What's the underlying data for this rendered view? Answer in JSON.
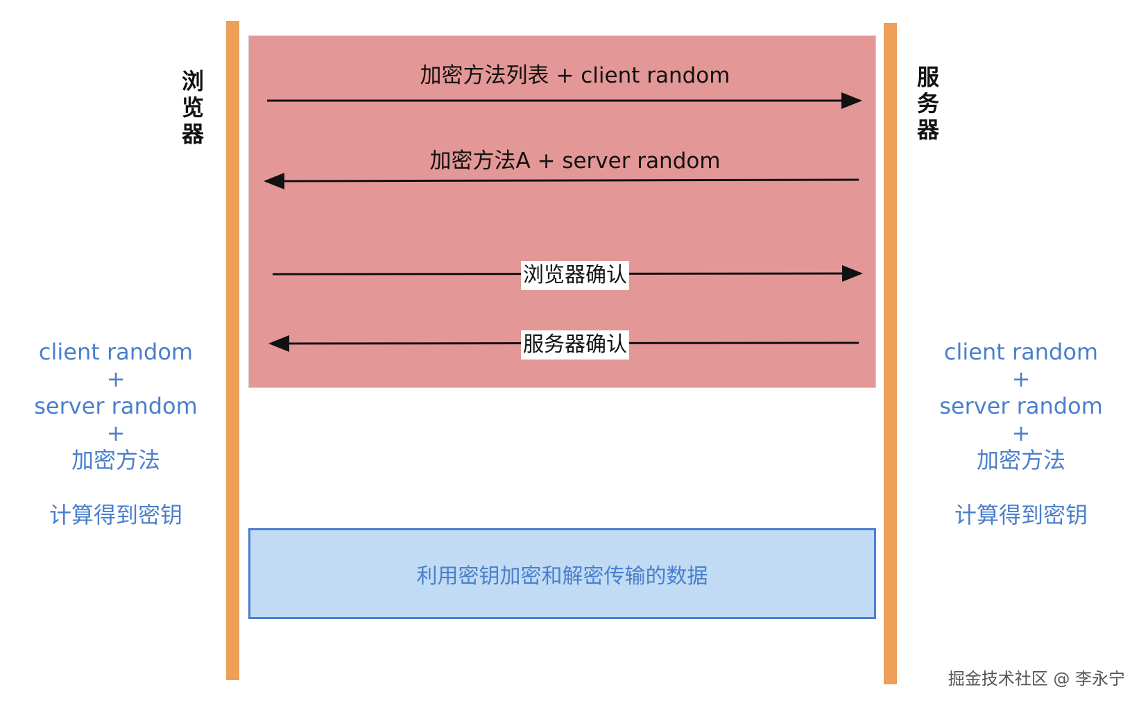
{
  "actors": {
    "browser": "浏览器",
    "server": "服务器"
  },
  "messages": [
    {
      "label": "加密方法列表 + client random",
      "direction": "to-server"
    },
    {
      "label": "加密方法A + server random",
      "direction": "to-browser"
    },
    {
      "label": "浏览器确认",
      "direction": "to-server"
    },
    {
      "label": "服务器确认",
      "direction": "to-browser"
    }
  ],
  "key_calc": {
    "line1": "client random",
    "plus1": "+",
    "line2": "server random",
    "plus2": "+",
    "line3": "加密方法",
    "result": "计算得到密钥"
  },
  "data_box": "利用密钥加密和解密传输的数据",
  "watermark": "掘金技术社区 @ 李永宁",
  "colors": {
    "lifeline": "#ee9f58",
    "handshake_bg": "#e39796",
    "data_bg": "#c0dbf3",
    "data_border": "#4b7dd2",
    "key_text": "#4a7fcd"
  }
}
